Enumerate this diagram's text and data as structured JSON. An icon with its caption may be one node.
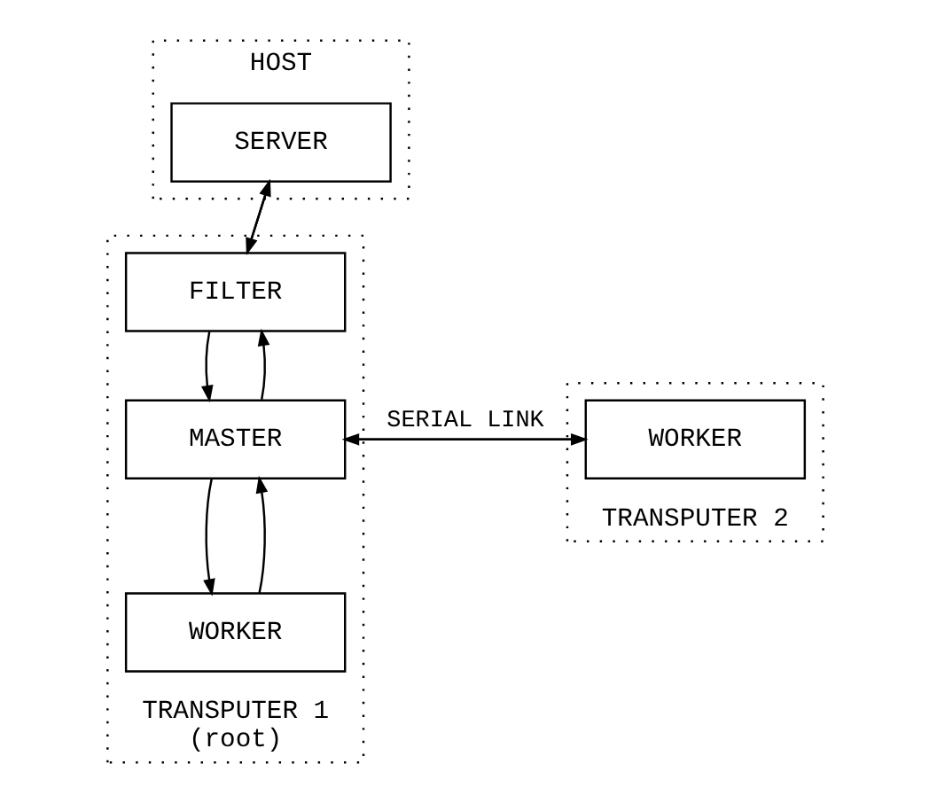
{
  "diagram": {
    "nodes": [
      {
        "text": [
          "HOST"
        ]
      },
      {
        "text": [
          "SERVER"
        ],
        "in": 0
      },
      {
        "text": [
          "TRANSPUTER 1",
          "(root)"
        ]
      },
      {
        "text": [
          "FILTER"
        ],
        "in": 2
      },
      {
        "text": [
          "MASTER"
        ],
        "in": 2
      },
      {
        "text": [
          "WORKER"
        ],
        "in": 2
      },
      {
        "text": [
          "TRANSPUTER 2"
        ]
      },
      {
        "text": [
          "WORKER"
        ],
        "in": 6
      }
    ],
    "edges": [
      {
        "from": 1,
        "to": 3,
        "arrow": "to"
      },
      {
        "from": 3,
        "to": 1,
        "arrow": "to"
      },
      {
        "from": 3,
        "to": 4,
        "arrow": "to"
      },
      {
        "from": 4,
        "to": 3,
        "arrow": "to"
      },
      {
        "from": 4,
        "to": 5,
        "arrow": "to"
      },
      {
        "from": 5,
        "to": 4,
        "arrow": "to"
      },
      {
        "from": 4,
        "to": 7,
        "arrow": "to",
        "label": "SERIAL LINK"
      },
      {
        "from": 7,
        "to": 4,
        "arrow": "to"
      }
    ]
  }
}
